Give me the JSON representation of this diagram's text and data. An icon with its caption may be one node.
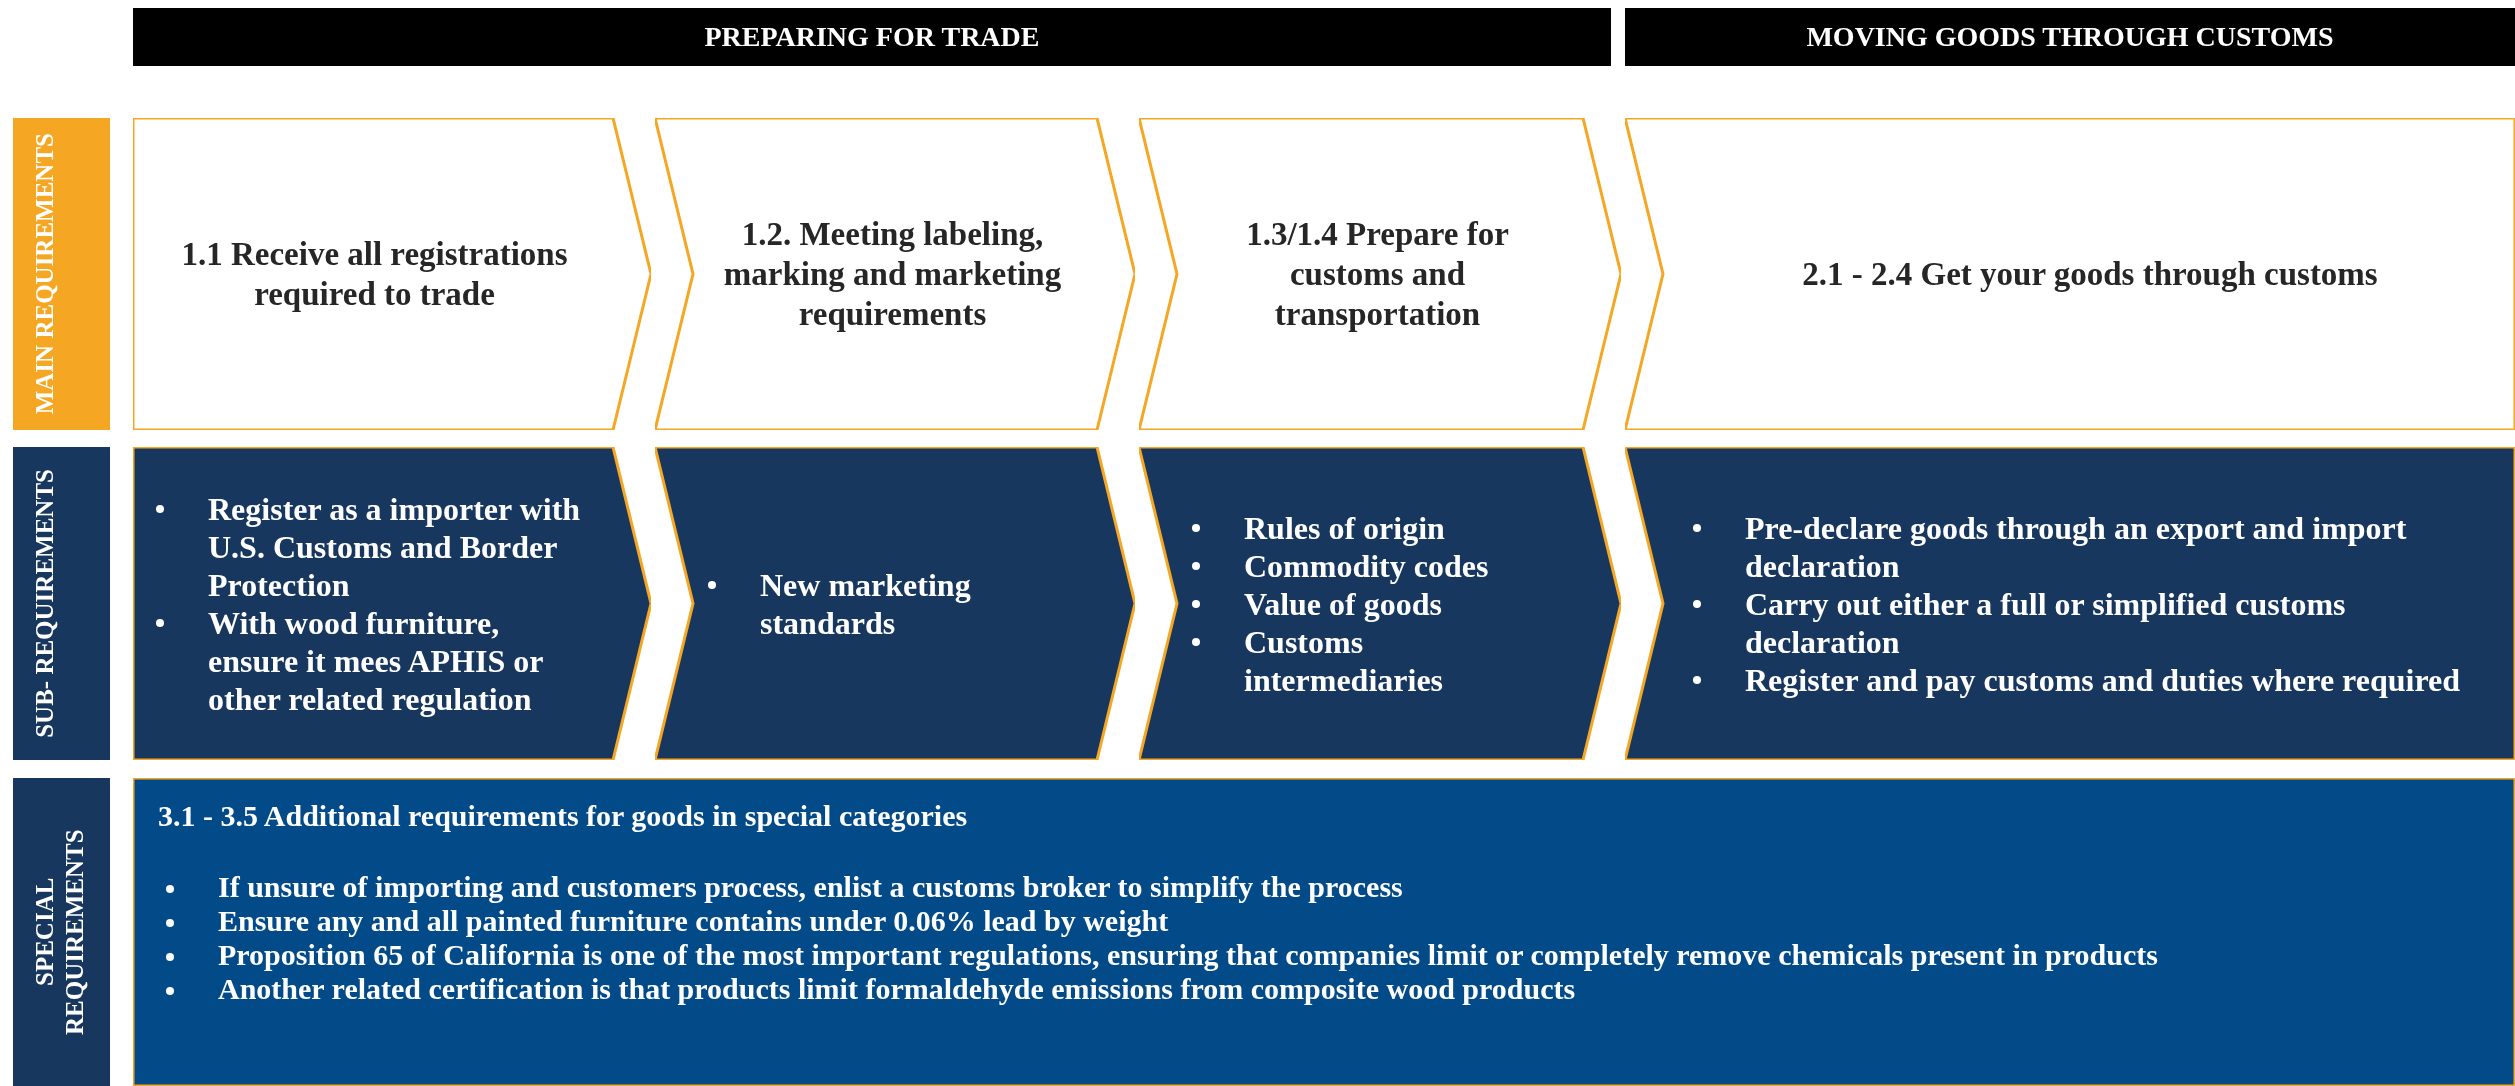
{
  "diagram": {
    "nodes": [
      {
        "text": [
          "PREPARING FOR TRADE"
        ]
      },
      {
        "text": [
          "MOVING GOODS THROUGH CUSTOMS"
        ]
      },
      {
        "text": [
          "MAIN REQUIREMENTS"
        ]
      },
      {
        "text": [
          "1.1 Receive all registrations required to trade"
        ]
      },
      {
        "text": [
          "1.2. Meeting labeling, marking and marketing requirements"
        ]
      },
      {
        "text": [
          "1.3/1.4 Prepare for customs and transportation"
        ]
      },
      {
        "text": [
          "2.1 - 2.4 Get your goods through customs"
        ]
      },
      {
        "text": [
          "SUB- REQUIREMENTS"
        ]
      },
      {
        "text": [
          "Register as a importer with U.S. Customs and Border Protection",
          "With wood furniture, ensure it mees APHIS or other related regulation"
        ]
      },
      {
        "text": [
          "New marketing standards"
        ]
      },
      {
        "text": [
          "Rules of origin",
          "Commodity codes",
          "Value of goods",
          "Customs intermediaries"
        ]
      },
      {
        "text": [
          "Pre-declare goods through an export and import declaration",
          "Carry out either a full or simplified customs declaration",
          "Register and pay customs and duties where required"
        ]
      },
      {
        "text": [
          "SPECIAL REQUIREMENTS"
        ]
      },
      {
        "text": [
          "3.1 - 3.5 Additional requirements for goods in special categories",
          "If unsure of importing and customers process, enlist a customs broker to simplify the process",
          "Ensure any and all painted furniture contains under 0.06% lead by weight",
          "Proposition 65 of California is one of the most important regulations, ensuring that companies limit or completely remove chemicals present in products",
          "Another related certification is that products limit formaldehyde emissions from composite wood products"
        ]
      }
    ]
  }
}
